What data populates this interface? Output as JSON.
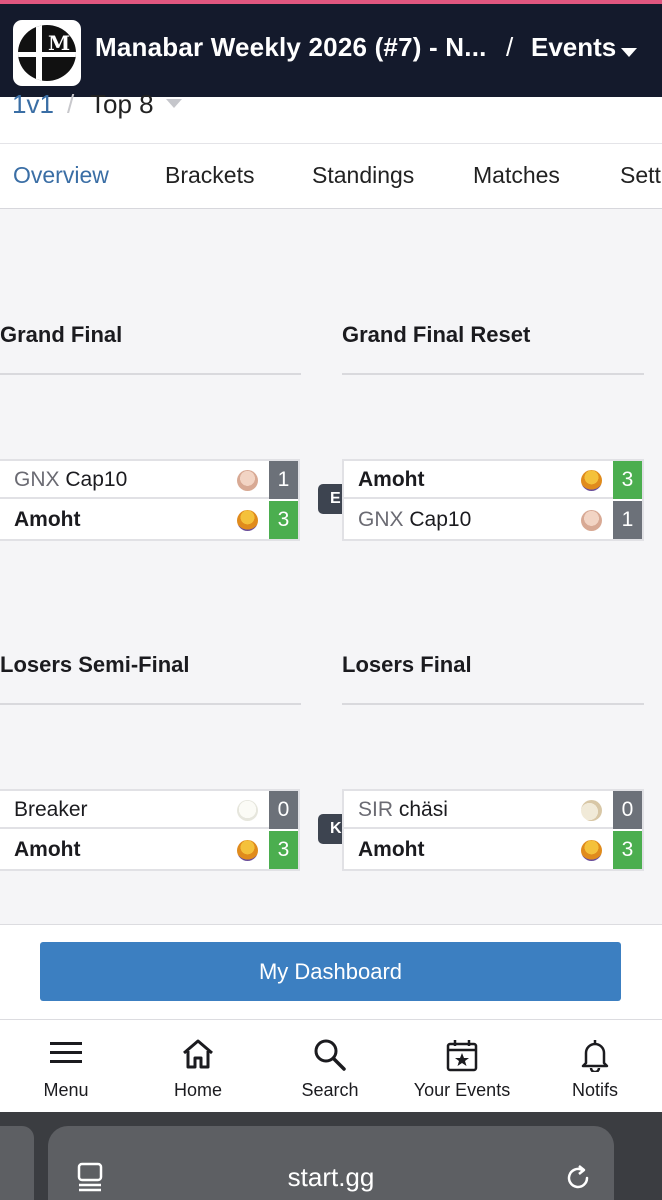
{
  "header": {
    "title": "Manabar Weekly 2026 (#7) - N...",
    "separator": "/",
    "section": "Events"
  },
  "breadcrumb": {
    "event": "1v1",
    "separator": "/",
    "phase": "Top 8"
  },
  "tabs": [
    {
      "label": "Overview",
      "active": true
    },
    {
      "label": "Brackets",
      "active": false
    },
    {
      "label": "Standings",
      "active": false
    },
    {
      "label": "Matches",
      "active": false
    },
    {
      "label": "Sett",
      "active": false
    }
  ],
  "rounds": {
    "grand_final": {
      "title": "Grand Final",
      "players": [
        {
          "sponsor": "GNX",
          "name": "Cap10",
          "score": "1",
          "winner": false,
          "character": "mario-icon"
        },
        {
          "sponsor": "",
          "name": "Amoht",
          "score": "3",
          "winner": true,
          "character": "character-icon"
        }
      ]
    },
    "grand_final_reset": {
      "title": "Grand Final Reset",
      "badge": "E",
      "players": [
        {
          "sponsor": "",
          "name": "Amoht",
          "score": "3",
          "winner": true,
          "character": "character-icon"
        },
        {
          "sponsor": "GNX",
          "name": "Cap10",
          "score": "1",
          "winner": false,
          "character": "mario-icon"
        }
      ]
    },
    "losers_semi_final": {
      "title": "Losers Semi-Final",
      "players": [
        {
          "sponsor": "",
          "name": "Breaker",
          "score": "0",
          "winner": false,
          "character": "ghost-icon"
        },
        {
          "sponsor": "",
          "name": "Amoht",
          "score": "3",
          "winner": true,
          "character": "character-icon"
        }
      ]
    },
    "losers_final": {
      "title": "Losers Final",
      "badge": "K",
      "players": [
        {
          "sponsor": "SIR",
          "name": "chäsi",
          "score": "0",
          "winner": false,
          "character": "character-icon"
        },
        {
          "sponsor": "",
          "name": "Amoht",
          "score": "3",
          "winner": true,
          "character": "character-icon"
        }
      ]
    }
  },
  "dashboard_button": "My Dashboard",
  "bottom_nav": [
    {
      "label": "Menu",
      "icon": "menu-icon"
    },
    {
      "label": "Home",
      "icon": "home-icon"
    },
    {
      "label": "Search",
      "icon": "search-icon"
    },
    {
      "label": "Your Events",
      "icon": "calendar-icon"
    },
    {
      "label": "Notifs",
      "icon": "bell-icon"
    }
  ],
  "browser": {
    "url": "start.gg"
  },
  "colors": {
    "header_bg": "#141a2c",
    "accent_blue": "#3c7fc1",
    "win_green": "#4bae4f",
    "lose_gray": "#6c7179"
  }
}
